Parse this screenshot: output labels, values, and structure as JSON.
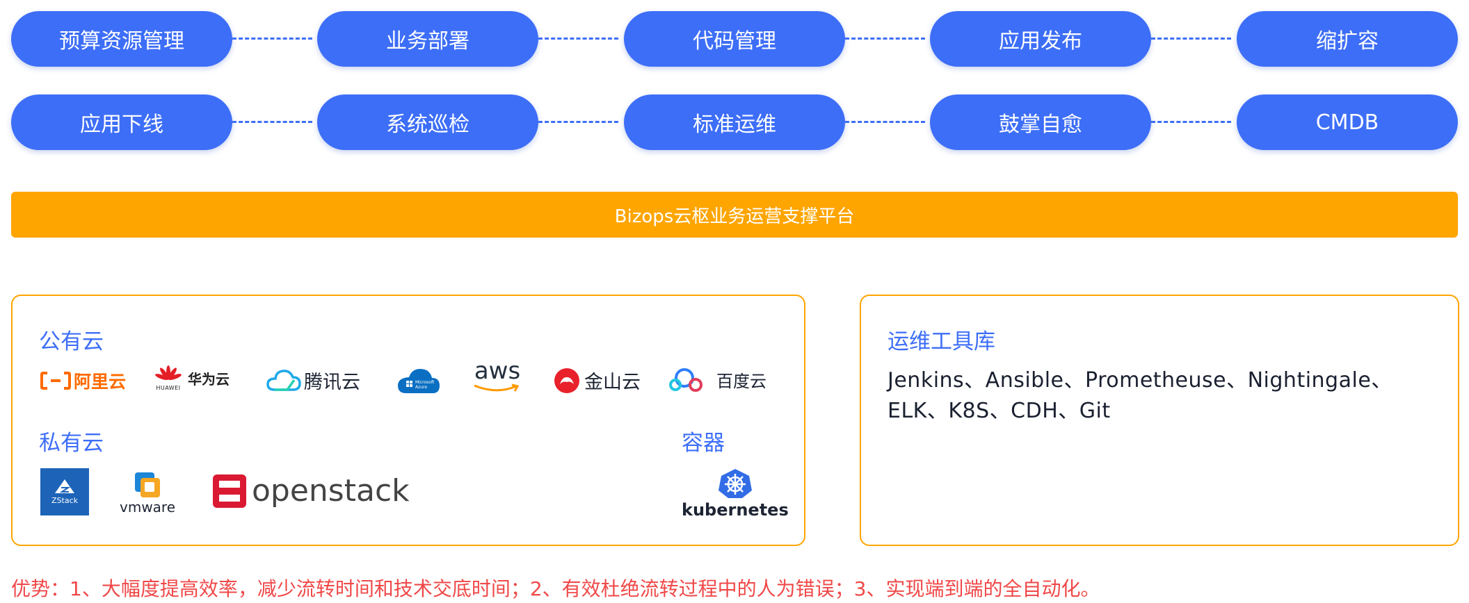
{
  "process": {
    "row1": [
      "预算资源管理",
      "业务部署",
      "代码管理",
      "应用发布",
      "缩扩容"
    ],
    "row2": [
      "应用下线",
      "系统巡检",
      "标准运维",
      "鼓掌自愈",
      "CMDB"
    ]
  },
  "platform_label": "Bizops云枢业务运营支撑平台",
  "public_cloud": {
    "title": "公有云",
    "logos": {
      "aliyun": "阿里云",
      "huawei": "华为云",
      "huawei_small": "HUAWEI",
      "tencent": "腾讯云",
      "azure": "Microsoft Azure",
      "aws": "aws",
      "kingsoft": "金山云",
      "baidu": "百度云"
    }
  },
  "private_cloud": {
    "title": "私有云",
    "logos": {
      "zstack": "ZStack",
      "vmware": "vmware",
      "openstack": "openstack"
    }
  },
  "container": {
    "title": "容器",
    "kubernetes": "kubernetes"
  },
  "tools": {
    "title": "运维工具库",
    "text": "Jenkins、Ansible、Prometheuse、Nightingale、ELK、K8S、CDH、Git"
  },
  "advantage": "优势：1、大幅度提高效率，减少流转时间和技术交底时间；2、有效杜绝流转过程中的人为错误；3、实现端到端的全自动化。",
  "colors": {
    "pill": "#3d6ef7",
    "platform": "#ffa500",
    "advantage": "#f04848"
  }
}
